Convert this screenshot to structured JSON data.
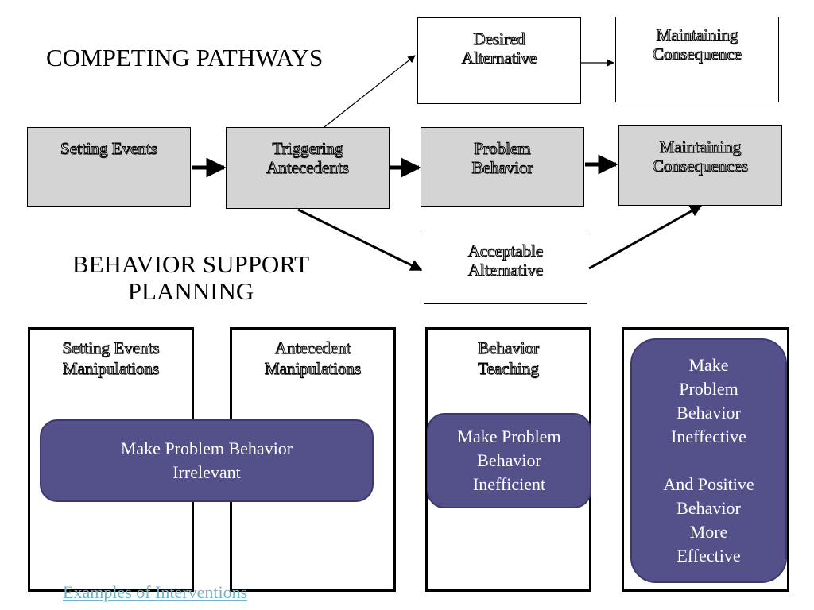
{
  "titles": {
    "competing": "COMPETING PATHWAYS",
    "support": "BEHAVIOR SUPPORT\nPLANNING"
  },
  "pathway": {
    "setting_events": "Setting Events",
    "triggering_antecedents": "Triggering\nAntecedents",
    "problem_behavior": "Problem\nBehavior",
    "maintaining_consequences": "Maintaining\nConsequences",
    "desired_alternative": "Desired\nAlternative",
    "maintaining_consequence": "Maintaining\nConsequence",
    "acceptable_alternative": "Acceptable\nAlternative"
  },
  "planning": {
    "setting_events_manipulations": "Setting Events\nManipulations",
    "antecedent_manipulations": "Antecedent\nManipulations",
    "behavior_teaching": "Behavior\nTeaching",
    "irrelevant": "Make Problem Behavior\nIrrelevant",
    "inefficient": "Make Problem\nBehavior\nInefficient",
    "ineffective": "Make\nProblem\nBehavior\nIneffective\n\nAnd Positive\nBehavior\nMore\nEffective"
  },
  "link_text": "Examples of Interventions",
  "colors": {
    "box_fill": "#d4d4d4",
    "pill_fill": "#53508a",
    "link": "#6fb1c6"
  }
}
